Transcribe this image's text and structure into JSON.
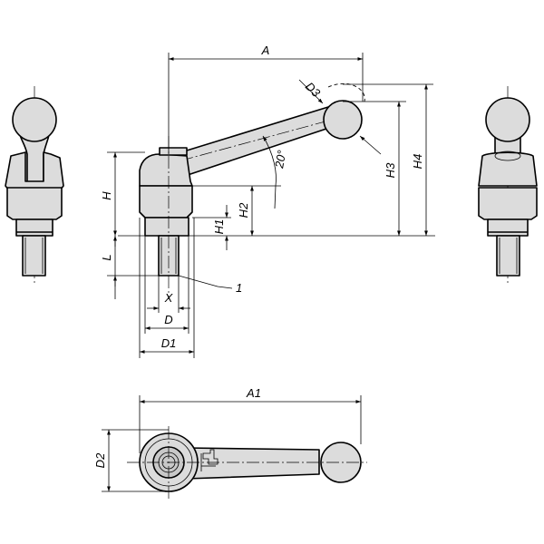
{
  "labels": {
    "A": "A",
    "A1": "A1",
    "D": "D",
    "D1": "D1",
    "D2": "D2",
    "D3": "D3",
    "H": "H",
    "H1": "H1",
    "H2": "H2",
    "H3": "H3",
    "H4": "H4",
    "L": "L",
    "X": "X",
    "angle": "20°",
    "ref": "1"
  }
}
